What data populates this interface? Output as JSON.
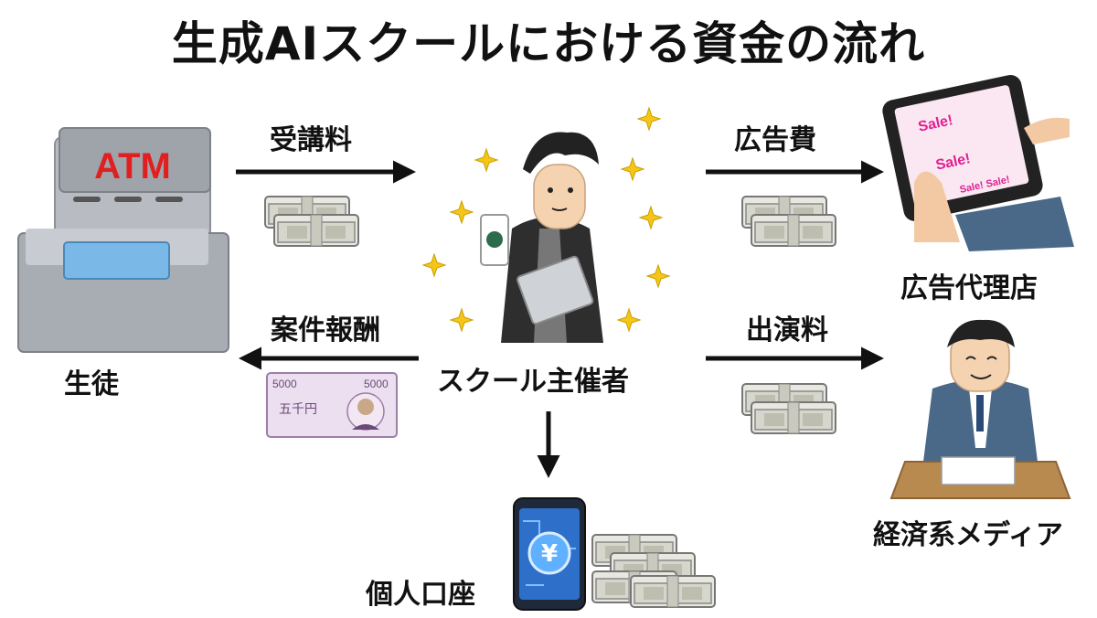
{
  "title": "生成AIスクールにおける資金の流れ",
  "nodes": {
    "student": "生徒",
    "organizer": "スクール主催者",
    "ad_agency": "広告代理店",
    "media": "経済系メディア",
    "account": "個人口座"
  },
  "flows": {
    "tuition": "受講料",
    "ad_fee": "広告費",
    "referral": "案件報酬",
    "appearance_fee": "出演料"
  },
  "atm_text": "ATM",
  "phone_screen": {
    "sale1": "Sale!",
    "sale2": "Sale!",
    "sale3": "Sale! Sale!"
  },
  "banknote": {
    "denomination": "5000",
    "kanji": "五千円"
  },
  "yen_symbol": "¥"
}
